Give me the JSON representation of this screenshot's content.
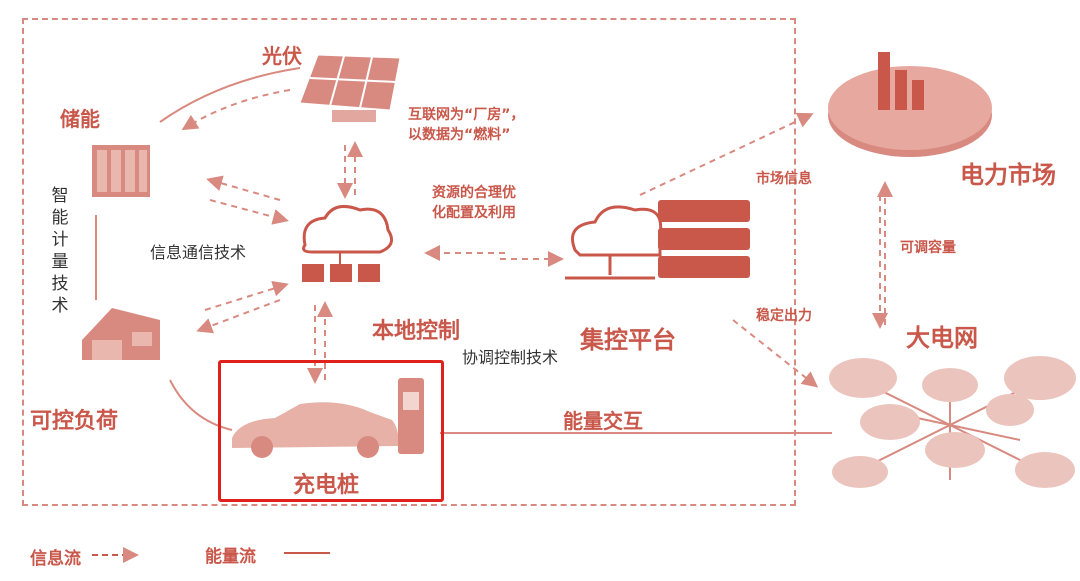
{
  "labels": {
    "solar": "光伏",
    "storage": "储能",
    "smart_metering": "智能计量技术",
    "info_comm_tech": "信息通信技术",
    "internet_factory": "互联网为“厂房”，",
    "data_fuel": "以数据为“燃料”",
    "resource_optimize_1": "资源的合理优",
    "resource_optimize_2": "化配置及利用",
    "market_info": "市场信息",
    "electricity_market": "电力市场",
    "adjustable_capacity": "可调容量",
    "stable_output": "稳定出力",
    "big_grid": "大电网",
    "central_platform": "集控平台",
    "coordinated_control": "协调控制技术",
    "local_control": "本地控制",
    "controllable_load": "可控负荷",
    "energy_interaction": "能量交互",
    "charging_pile": "充电桩"
  },
  "legend": {
    "info_flow": "信息流",
    "energy_flow": "能量流"
  },
  "colors": {
    "accent": "#c9584b",
    "light": "#e7b1a8",
    "highlight_border": "#e0201b"
  },
  "icons": [
    "solar-panel-icon",
    "battery-storage-icon",
    "cloud-icon",
    "server-icon",
    "house-icon",
    "car-icon",
    "charger-icon",
    "market-pie-icon",
    "grid-network-icon"
  ]
}
